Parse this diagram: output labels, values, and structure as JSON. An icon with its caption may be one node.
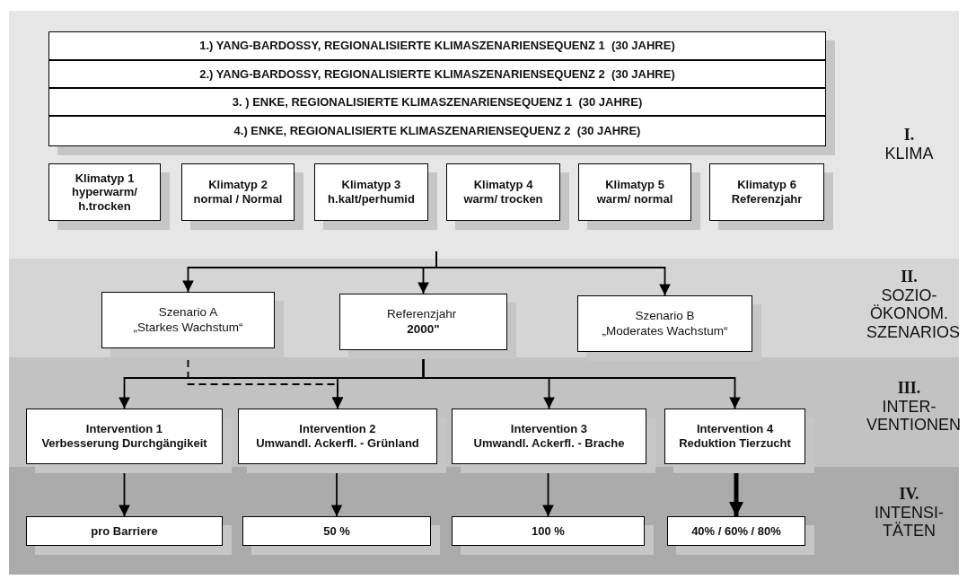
{
  "diagram": {
    "nodes": [
      {
        "text": [
          "I.",
          "KLIMA"
        ]
      },
      {
        "text": [
          "1.) YANG-BARDOSSY, REGIONALISIERTE KLIMASZENARIENSEQUENZ 1  (30 JAHRE)"
        ],
        "in": 0
      },
      {
        "text": [
          "2.) YANG-BARDOSSY, REGIONALISIERTE KLIMASZENARIENSEQUENZ 2  (30 JAHRE)"
        ],
        "in": 0
      },
      {
        "text": [
          "3. ) ENKE, REGIONALISIERTE KLIMASZENARIENSEQUENZ 1  (30 JAHRE)"
        ],
        "in": 0
      },
      {
        "text": [
          "4.) ENKE, REGIONALISIERTE KLIMASZENARIENSEQUENZ 2  (30 JAHRE)"
        ],
        "in": 0
      },
      {
        "text": [
          "Klimatyp 1",
          "hyperwarm/ h.trocken"
        ],
        "in": 0
      },
      {
        "text": [
          "Klimatyp 2",
          "normal / Normal"
        ],
        "in": 0
      },
      {
        "text": [
          "Klimatyp 3",
          "h.kalt/perhumid"
        ],
        "in": 0
      },
      {
        "text": [
          "Klimatyp 4",
          "warm/ trocken"
        ],
        "in": 0
      },
      {
        "text": [
          "Klimatyp 5",
          "warm/ normal"
        ],
        "in": 0
      },
      {
        "text": [
          "Klimatyp 6",
          "Referenzjahr"
        ],
        "in": 0
      },
      {
        "text": [
          "II.",
          "SOZIO- ÖKONOM. SZENARIOS"
        ]
      },
      {
        "text": [
          "Szenario A",
          "„Starkes Wachstum“"
        ],
        "in": 11
      },
      {
        "text": [
          "Referenzjahr **2000\"**"
        ],
        "in": 11
      },
      {
        "text": [
          "Szenario B",
          "„Moderates Wachstum“"
        ],
        "in": 11
      },
      {
        "text": [
          "III.",
          "INTER- VENTIONEN"
        ]
      },
      {
        "text": [
          "Intervention 1",
          "Verbesserung Durchgängikeit"
        ],
        "in": 15
      },
      {
        "text": [
          "Intervention 2",
          "Umwandl. Ackerfl. - Grünland"
        ],
        "in": 15
      },
      {
        "text": [
          "Intervention 3",
          "Umwandl. Ackerfl. - Brache"
        ],
        "in": 15
      },
      {
        "text": [
          "Intervention 4",
          "Reduktion Tierzucht"
        ],
        "in": 15
      },
      {
        "text": [
          "IV.",
          "INTENSI- TÄTEN"
        ]
      },
      {
        "text": [
          "pro Barriere"
        ],
        "in": 20
      },
      {
        "text": [
          "50 %"
        ],
        "in": 20
      },
      {
        "text": [
          "100 %"
        ],
        "in": 20
      },
      {
        "text": [
          "40% / 60% / 80%"
        ],
        "in": 20
      }
    ],
    "edges": [
      {
        "from": null,
        "to": 12,
        "arrow": "to"
      },
      {
        "from": null,
        "to": 13,
        "arrow": "to"
      },
      {
        "from": null,
        "to": 14,
        "arrow": "to"
      },
      {
        "from": 13,
        "to": 16,
        "arrow": "to"
      },
      {
        "from": 13,
        "to": 17,
        "arrow": "to"
      },
      {
        "from": 13,
        "to": 18,
        "arrow": "to"
      },
      {
        "from": 13,
        "to": 19,
        "arrow": "to"
      },
      {
        "from": 12,
        "to": 17,
        "arrow": "to",
        "style": "dashed"
      },
      {
        "from": 16,
        "to": 21,
        "arrow": "to"
      },
      {
        "from": 17,
        "to": 22,
        "arrow": "to"
      },
      {
        "from": 18,
        "to": 23,
        "arrow": "to"
      },
      {
        "from": 19,
        "to": 24,
        "arrow": "to",
        "style": "thick"
      }
    ]
  }
}
